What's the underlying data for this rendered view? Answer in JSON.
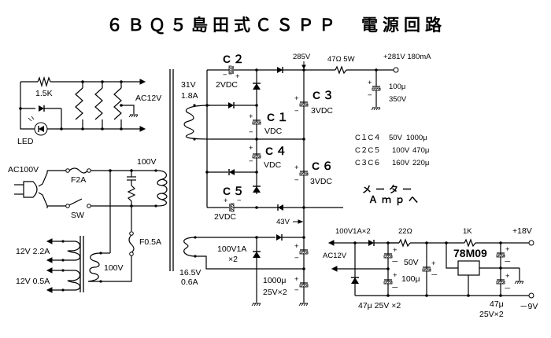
{
  "title": "６ＢＱ５島田式ＣＳＰＰ　電源回路",
  "heater_section": {
    "resistor": "1.5K",
    "led": "LED",
    "supply": "AC12V"
  },
  "mains": {
    "input": "AC100V",
    "fuse_main": "F2A",
    "switch": "SW",
    "primary": "100V",
    "fuse_aux": "F0.5A",
    "aux_primary": "100V"
  },
  "aux_transformer": {
    "out1": "12V 2.2A",
    "out2": "12V 0.5A"
  },
  "hv_section": {
    "winding_v": "31V",
    "winding_a": "1.8A",
    "c2": "C２",
    "c2_rating": "2VDC",
    "c1": "C１",
    "c1_rating": "VDC",
    "c3": "C３",
    "c3_rating": "3VDC",
    "c4": "C４",
    "c4_rating": "VDC",
    "c5": "C５",
    "c5_rating": "2VDC",
    "c6": "C６",
    "c6_rating": "3VDC",
    "node_285": "285V",
    "node_43": "43V",
    "resistor": "47Ω 5W",
    "output": "+281V  180mA",
    "filter_cap": "100μ",
    "filter_cap_v": "350V"
  },
  "cap_table": [
    {
      "caps": "C１C４",
      "voltage": "50V",
      "value": "1000μ"
    },
    {
      "caps": "C２C５",
      "voltage": "100V",
      "value": "470μ"
    },
    {
      "caps": "C３C６",
      "voltage": "160V",
      "value": "220μ"
    }
  ],
  "meter_note": {
    "line1": "メーター",
    "line2": "Ａｍｐへ"
  },
  "bias_section": {
    "winding_v": "16.5V",
    "winding_a": "0.6A",
    "diode": "100V1A",
    "diode_qty": "×2",
    "cap": "1000μ",
    "cap_rating": "25V×2"
  },
  "regulator_section": {
    "diode": "100V1A×2",
    "input": "AC12V",
    "r1": "22Ω",
    "cap_v": "50V",
    "cap_value": "100μ",
    "in_caps": "47μ 25V ×2",
    "r2": "1K",
    "regulator": "78M09",
    "out_pos": "+18V",
    "out_neg": "－9V",
    "out_caps_value": "47μ",
    "out_caps_rating": "25V×2",
    "plus": "+",
    "minus": "－"
  }
}
